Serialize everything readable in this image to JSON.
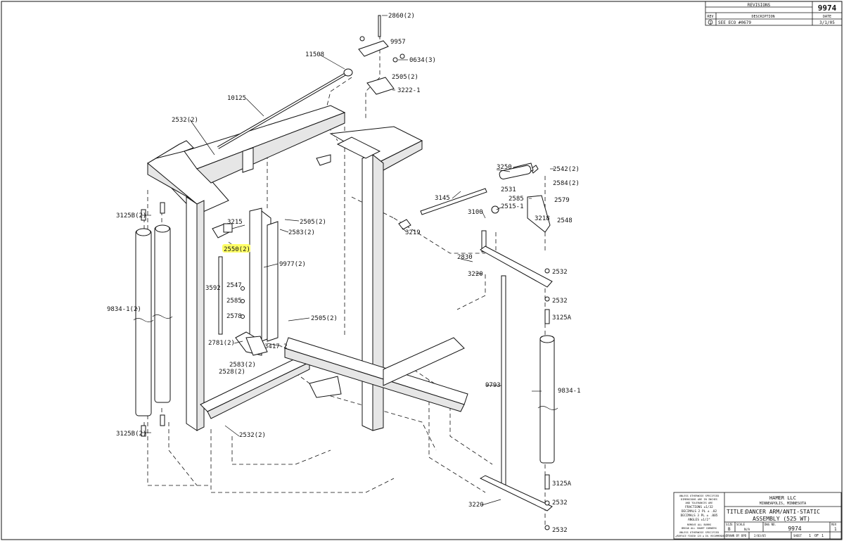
{
  "revisions": {
    "heading": "REVISIONS",
    "drawing_number": "9974",
    "col_rev": "REV",
    "col_description": "DESCRIPTION",
    "col_date": "DATE",
    "rows": [
      {
        "rev": "1",
        "description": "SEE ECO #0679",
        "date": "3/1/05"
      }
    ]
  },
  "callouts": {
    "c2860": "2860(2)",
    "c9957": "9957",
    "c0634": "0634(3)",
    "c11508": "11508",
    "c2505a": "2505(2)",
    "c3222": "3222-1",
    "c10125": "10125",
    "c2532a": "2532(2)",
    "c3125ba": "3125B(2)",
    "c3215": "3215",
    "c2505b": "2505(2)",
    "c2583": "2583(2)",
    "c2550": "2550(2)",
    "c9977": "9977(2)",
    "c3592": "3592",
    "c2547": "2547",
    "c2585a": "2585",
    "c2578": "2578",
    "c2505c": "2505(2)",
    "c2781": "2781(2)",
    "c3417": "3417-2",
    "c2583b": "2583(2)",
    "c2528": "2528(2)",
    "c9834a": "9834-1(2)",
    "c3125bb": "3125B(2)",
    "c2532b": "2532(2)",
    "c3250": "3250",
    "c2542": "2542(2)",
    "c2531": "2531",
    "c2584": "2584(2)",
    "c2585b": "2585",
    "c3145": "3145",
    "c2515": "2515-1",
    "c2579": "2579",
    "c3100": "3100",
    "c3218": "3218",
    "c2548": "2548",
    "c3219": "3219",
    "c2830": "2830",
    "c3220a": "3220",
    "c2532c": "2532",
    "c2532d": "2532",
    "c3125a1": "3125A",
    "c9793": "9793",
    "c9834b": "9834-1",
    "c3125a2": "3125A",
    "c2532e": "2532",
    "c3220b": "3220",
    "c2532f": "2532"
  },
  "title_block": {
    "notes": [
      "UNLESS OTHERWISE SPECIFIED",
      "DIMENSIONS ARE IN INCHES",
      "AND TOLERANCES ARE",
      "FRACTIONS ±1/32",
      "DECIMALS 2 PL ± .02",
      "DECIMALS 3 PL ± .005",
      "ANGLES ±1/2°",
      "REMOVE ALL BURRS",
      "BREAK ALL SHARP CORNERS",
      "UNLESS OTHERWISE SPECIFIED",
      "SURFACE FINISH 125 µ IN. RECOMMENDED"
    ],
    "company": "HAMER LLC",
    "city": "MINNEAPOLIS, MINNESOTA",
    "title_label": "TITLE:",
    "title_line1": "DANCER ARM/ANTI-STATIC",
    "title_line2": "ASSEMBLY (525 WT)",
    "size_label": "SIZE",
    "size_value": "B",
    "scale_label": "SCALE",
    "scale_value": "N/A",
    "dwg_label": "DWG NO.",
    "dwg_value": "9974",
    "rev_label": "REV",
    "rev_value": "1",
    "drawn_label": "DRAWN BY",
    "drawn_value": "BPD",
    "date_value": "2/03/05",
    "sheet_label": "SHEET",
    "sheet_value": "1",
    "of_label": "OF",
    "of_value": "1"
  }
}
